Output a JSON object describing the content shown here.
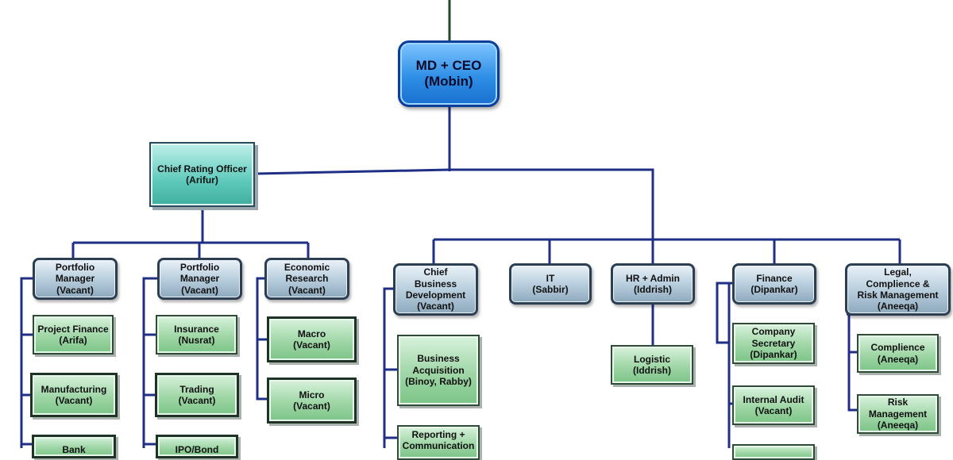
{
  "ceo": {
    "title": "MD + CEO",
    "name": "(Mobin)"
  },
  "cro": {
    "title": "Chief Rating Officer",
    "name": "(Arifur)"
  },
  "pm1": {
    "label": "Portfolio\nManager\n(Vacant)"
  },
  "pm2": {
    "label": "Portfolio\nManager\n(Vacant)"
  },
  "econ": {
    "label": "Economic\nResearch\n(Vacant)"
  },
  "cbd": {
    "label": "Chief\nBusiness\nDevelopment\n(Vacant)"
  },
  "it": {
    "label": "IT\n(Sabbir)"
  },
  "hr": {
    "label": "HR + Admin\n(Iddrish)"
  },
  "finance": {
    "label": "Finance\n(Dipankar)"
  },
  "legal": {
    "label": "Legal,\nComplience &\nRisk Management\n(Aneeqa)"
  },
  "sub": {
    "project_finance": "Project Finance\n(Arifa)",
    "manufacturing": "Manufacturing\n(Vacant)",
    "bank": "Bank",
    "insurance": "Insurance\n(Nusrat)",
    "trading": "Trading\n(Vacant)",
    "ipo": "IPO/Bond",
    "macro": "Macro\n(Vacant)",
    "micro": "Micro\n(Vacant)",
    "business_acquisition": "Business\nAcquisition\n(Binoy, Rabby)",
    "reporting": "Reporting +\nCommunication",
    "logistic": "Logistic\n(Iddrish)",
    "company_secretary": "Company\nSecretary\n(Dipankar)",
    "internal_audit": "Internal Audit\n(Vacant)",
    "complience": "Complience\n(Aneeqa)",
    "risk_management": "Risk\nManagement\n(Aneeqa)"
  },
  "colors": {
    "connector": "#1f2f86",
    "ceo_fill": "#2f8fe6",
    "cro_fill": "#5fcabc",
    "head_fill": "#b9cfde",
    "sub_fill": "#9fd6a6"
  }
}
